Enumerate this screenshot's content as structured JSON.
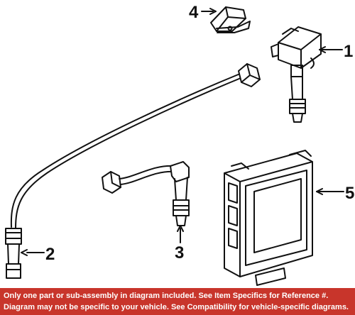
{
  "callouts": {
    "c1": "1",
    "c2": "2",
    "c3": "3",
    "c4": "4",
    "c5": "5"
  },
  "parts": [
    {
      "callout": "1",
      "icon": "ignition-coil-icon"
    },
    {
      "callout": "2",
      "icon": "spark-plug-wire-long-icon"
    },
    {
      "callout": "3",
      "icon": "spark-plug-wire-short-icon"
    },
    {
      "callout": "4",
      "icon": "sensor-icon"
    },
    {
      "callout": "5",
      "icon": "control-module-icon"
    }
  ],
  "colors": {
    "banner_background": "#c8352b",
    "banner_text": "#ffffff",
    "line_art": "#111111"
  },
  "disclaimer": {
    "line1": "Only one part or sub-assembly in diagram included. See Item Specifics for Reference #.",
    "line2": "Diagram may not be specific to your vehicle. See Compatibility for vehicle-specific diagrams."
  }
}
